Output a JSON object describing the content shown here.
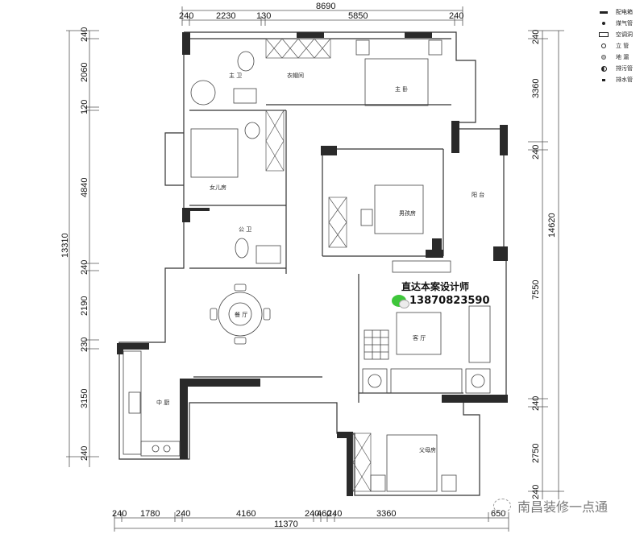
{
  "plan": {
    "top_dimensions": {
      "overall": "8690",
      "segments": [
        "240",
        "2230",
        "130",
        "5850",
        "240"
      ]
    },
    "bottom_dimensions": {
      "overall": "11370",
      "segments": [
        "240",
        "1780",
        "240",
        "4160",
        "240",
        "460",
        "240",
        "3360",
        "650"
      ]
    },
    "left_dimensions": {
      "overall": "13310",
      "segments": [
        "240",
        "2060",
        "120",
        "4840",
        "240",
        "2190",
        "230",
        "3150",
        "240"
      ]
    },
    "right_dimensions": {
      "overall": "14620",
      "segments": [
        "240",
        "3360",
        "240",
        "7550",
        "240",
        "2750",
        "240"
      ]
    },
    "rooms": {
      "master_bath": "主 卫",
      "cloakroom": "衣帽间",
      "master_bedroom": "主 卧",
      "daughter_room": "女儿房",
      "public_bath": "公 卫",
      "son_room": "男孩房",
      "balcony": "阳 台",
      "dining": "餐 厅",
      "living": "客 厅",
      "kitchen": "中 厨",
      "parents_room": "父母房"
    }
  },
  "legend": {
    "items": [
      {
        "icon": "distribution-box-icon",
        "label": "配电箱"
      },
      {
        "icon": "gas-pipe-icon",
        "label": "煤气管"
      },
      {
        "icon": "ac-hole-icon",
        "label": "空调洞"
      },
      {
        "icon": "riser-pipe-icon",
        "label": "立 管"
      },
      {
        "icon": "floor-drain-icon",
        "label": "地 漏"
      },
      {
        "icon": "sewage-pipe-icon",
        "label": "排污管"
      },
      {
        "icon": "drain-pipe-icon",
        "label": "排水管"
      }
    ]
  },
  "contact": {
    "title": "直达本案设计师",
    "phone": "13870823590",
    "accent_color": "#3ec63a"
  },
  "watermark": {
    "text": "南昌装修一点通"
  }
}
